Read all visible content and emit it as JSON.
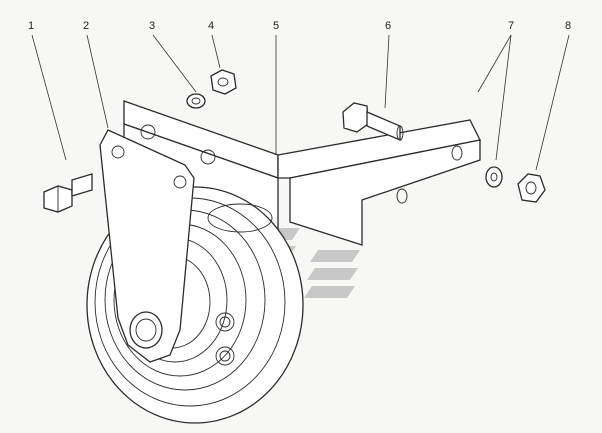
{
  "callouts": [
    {
      "label": "1"
    },
    {
      "label": "2"
    },
    {
      "label": "3"
    },
    {
      "label": "4"
    },
    {
      "label": "5"
    },
    {
      "label": "6"
    },
    {
      "label": "7"
    },
    {
      "label": "8"
    }
  ],
  "colors": {
    "background": "#f7f7f5",
    "stroke": "#2b2b2b",
    "watermark": "#b8b8b8"
  }
}
